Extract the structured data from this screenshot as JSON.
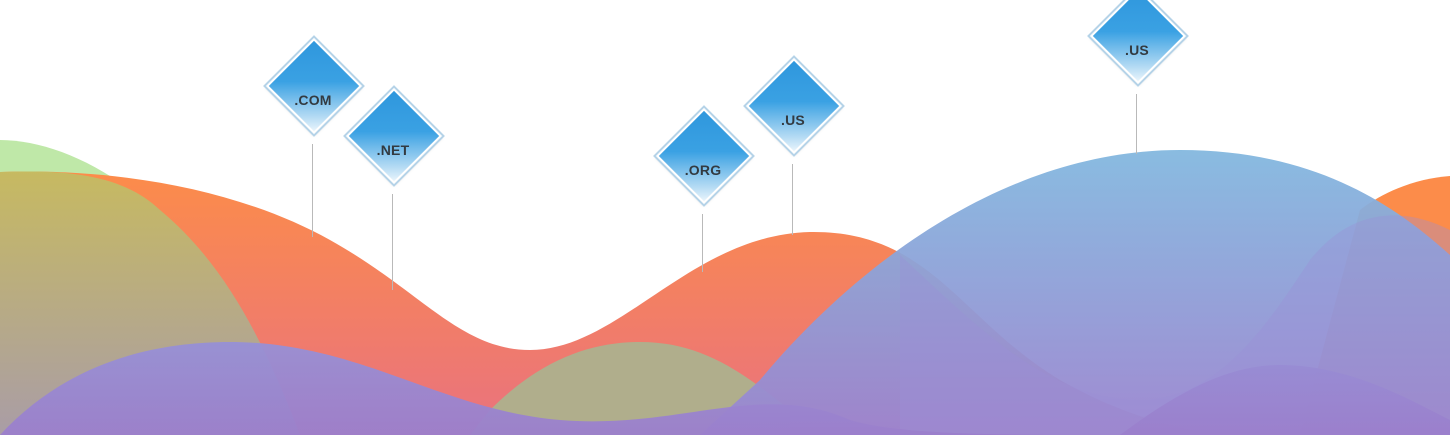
{
  "domain_tags": [
    {
      "label": ".COM"
    },
    {
      "label": ".NET"
    },
    {
      "label": ".ORG"
    },
    {
      "label": ".US"
    },
    {
      "label": ".US"
    }
  ],
  "colors": {
    "green_hill": "#bfe8a8",
    "olive_hill": "#c0bb6c",
    "orange_hill": "#f98b4f",
    "blue_hill": "#84b5e0",
    "purple_hill": "#9b80cf",
    "tag_blue": "#3aa1e3"
  }
}
